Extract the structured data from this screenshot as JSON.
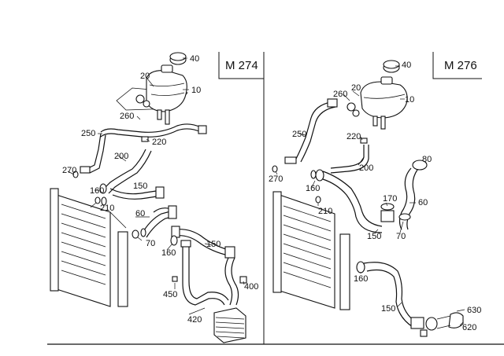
{
  "panels": [
    {
      "model": "M 274",
      "callouts": [
        {
          "id": "c-40",
          "text": "40"
        },
        {
          "id": "c-20",
          "text": "20"
        },
        {
          "id": "c-10",
          "text": "10"
        },
        {
          "id": "c-260",
          "text": "260"
        },
        {
          "id": "c-250",
          "text": "250"
        },
        {
          "id": "c-220",
          "text": "220"
        },
        {
          "id": "c-200",
          "text": "200"
        },
        {
          "id": "c-270",
          "text": "270"
        },
        {
          "id": "c-150a",
          "text": "150"
        },
        {
          "id": "c-160a",
          "text": "160"
        },
        {
          "id": "c-210",
          "text": "210"
        },
        {
          "id": "c-60",
          "text": "60"
        },
        {
          "id": "c-70",
          "text": "70"
        },
        {
          "id": "c-160b",
          "text": "160"
        },
        {
          "id": "c-150b",
          "text": "150"
        },
        {
          "id": "c-400",
          "text": "400"
        },
        {
          "id": "c-450",
          "text": "450"
        },
        {
          "id": "c-420",
          "text": "420"
        }
      ]
    },
    {
      "model": "M 276",
      "callouts": [
        {
          "id": "c-40",
          "text": "40"
        },
        {
          "id": "c-20",
          "text": "20"
        },
        {
          "id": "c-260",
          "text": "260"
        },
        {
          "id": "c-10",
          "text": "10"
        },
        {
          "id": "c-250",
          "text": "250"
        },
        {
          "id": "c-220",
          "text": "220"
        },
        {
          "id": "c-80",
          "text": "80"
        },
        {
          "id": "c-200",
          "text": "200"
        },
        {
          "id": "c-270",
          "text": "270"
        },
        {
          "id": "c-160a",
          "text": "160"
        },
        {
          "id": "c-170",
          "text": "170"
        },
        {
          "id": "c-60",
          "text": "60"
        },
        {
          "id": "c-210",
          "text": "210"
        },
        {
          "id": "c-150a",
          "text": "150"
        },
        {
          "id": "c-70",
          "text": "70"
        },
        {
          "id": "c-160b",
          "text": "160"
        },
        {
          "id": "c-150b",
          "text": "150"
        },
        {
          "id": "c-630",
          "text": "630"
        },
        {
          "id": "c-620",
          "text": "620"
        }
      ]
    }
  ]
}
